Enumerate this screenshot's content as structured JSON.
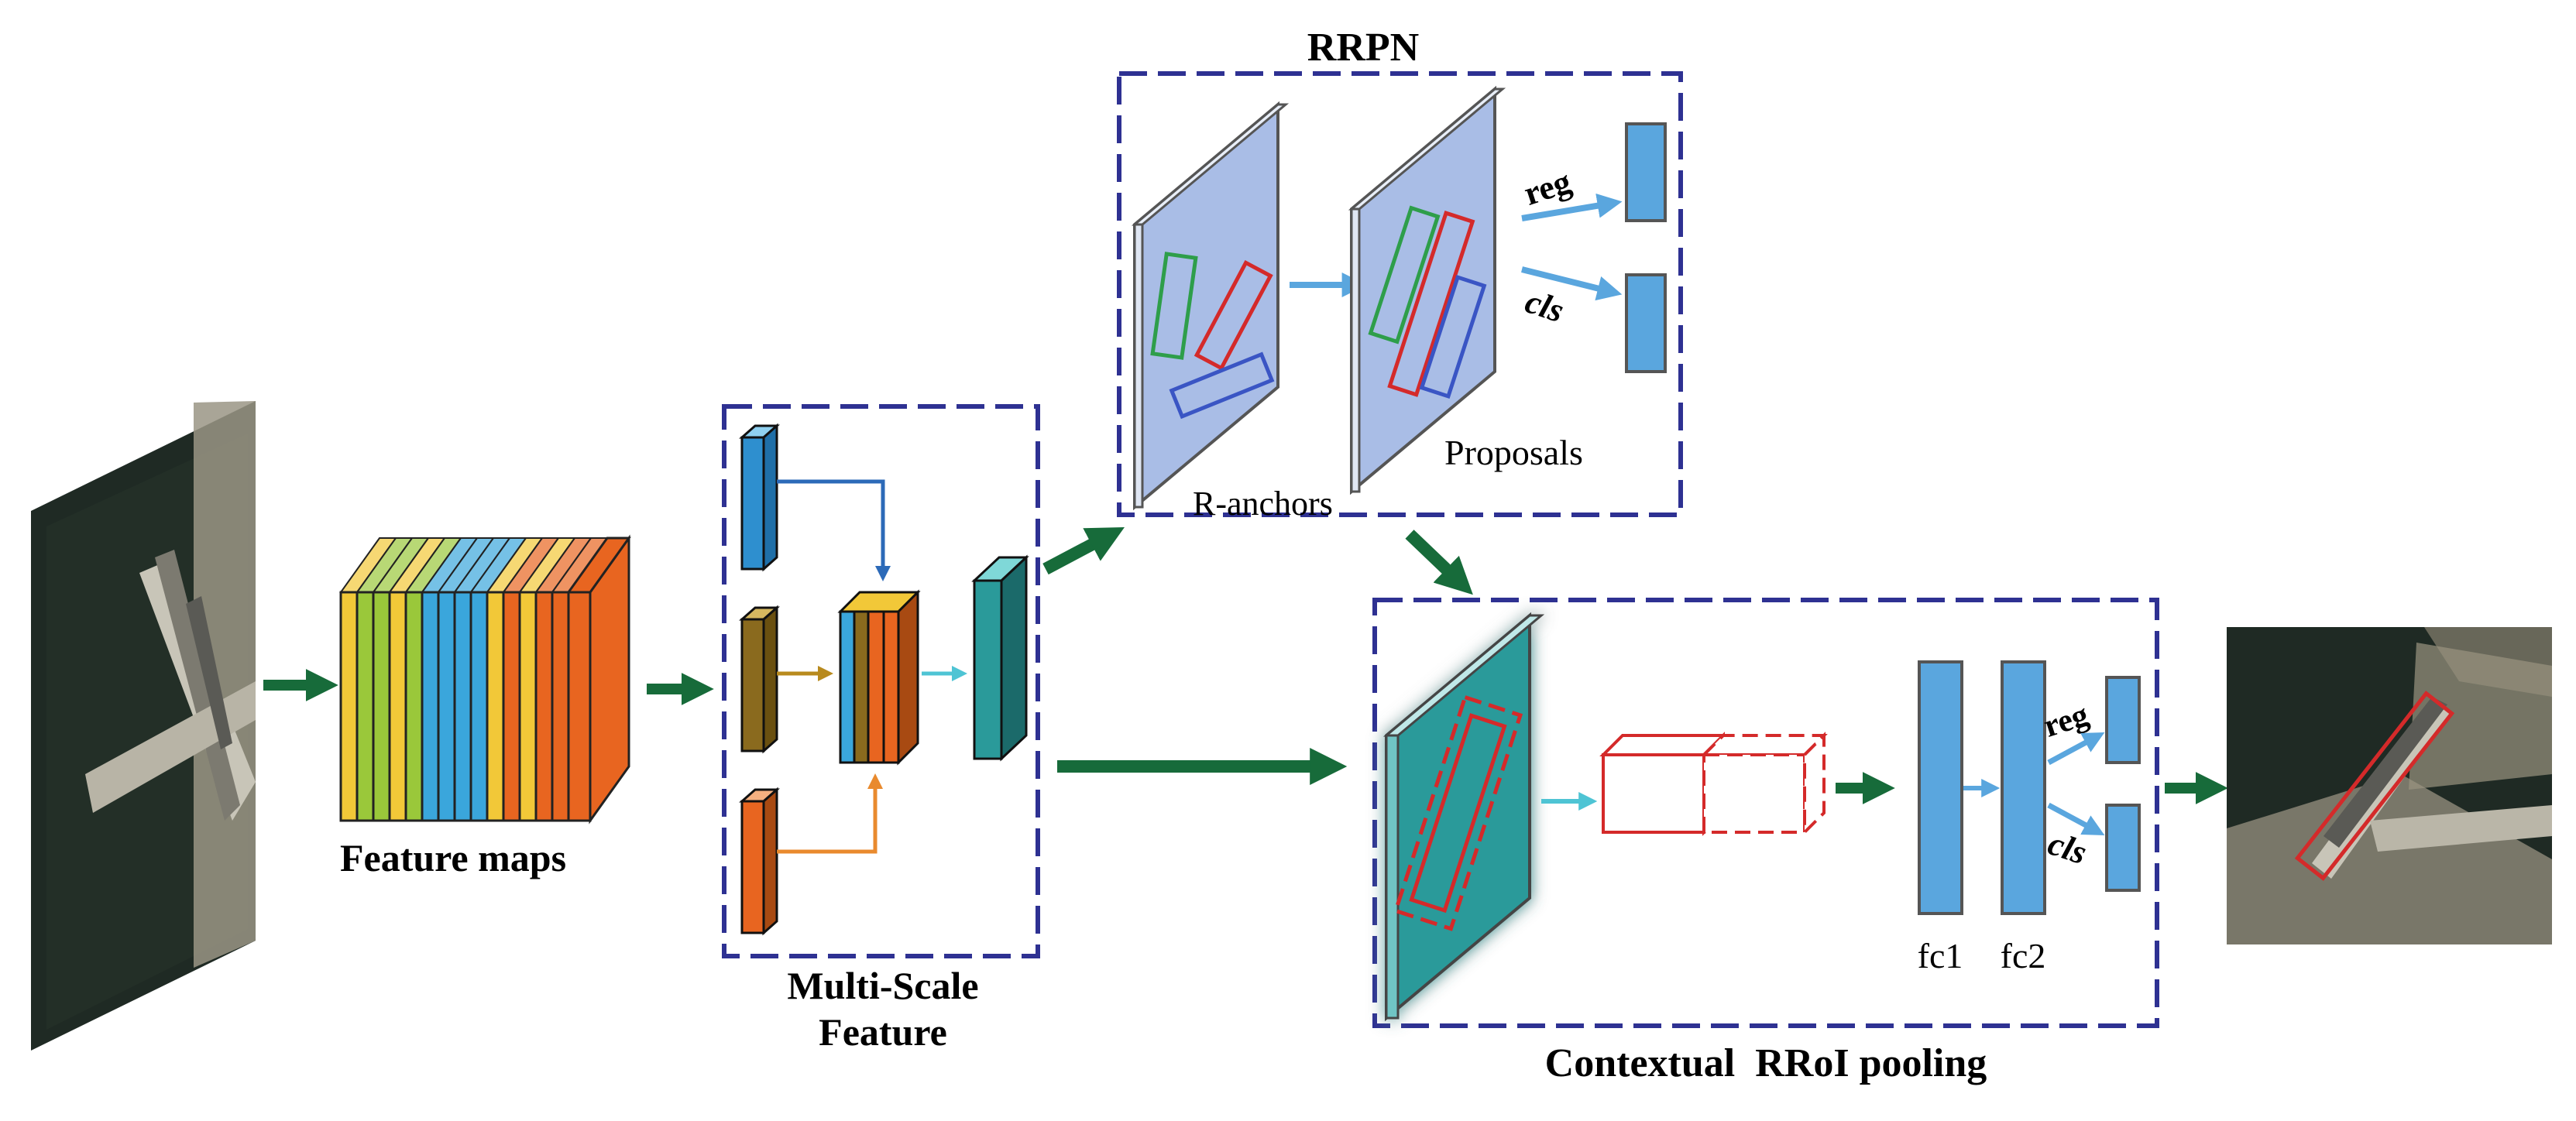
{
  "colors": {
    "arrow_green": "#176b3a",
    "arrow_lightblue": "#5aa6de",
    "arrow_darkblue": "#2c6ab8",
    "arrow_cyan": "#4ec4d4",
    "arrow_gold": "#b88a1e",
    "arrow_orange": "#e98a2e",
    "box_dash": "#2e3192",
    "fc_blue": "#5aa6de",
    "teal": "#2a9a9a",
    "panel_blue": "#a9bde6",
    "anchor_green": "#2e9e4a",
    "anchor_red": "#d42a2a",
    "anchor_blue": "#3a55c4",
    "map_orange": "#e86520",
    "map_blue": "#3aa6dc",
    "map_yellow": "#f2c838",
    "map_green": "#9ac83a",
    "map_brown": "#8a6a1e"
  },
  "labels": {
    "feature_maps": "Feature maps",
    "multi_scale_1": "Multi-Scale",
    "multi_scale_2": "Feature",
    "rrpn": "RRPN",
    "r_anchors": "R-anchors",
    "proposals": "Proposals",
    "reg_top": "reg",
    "cls_top": "cls",
    "contextual": "Contextual  RRoI pooling",
    "reg_bottom": "reg",
    "cls_bottom": "cls",
    "fc1": "fc1",
    "fc2": "fc2"
  }
}
